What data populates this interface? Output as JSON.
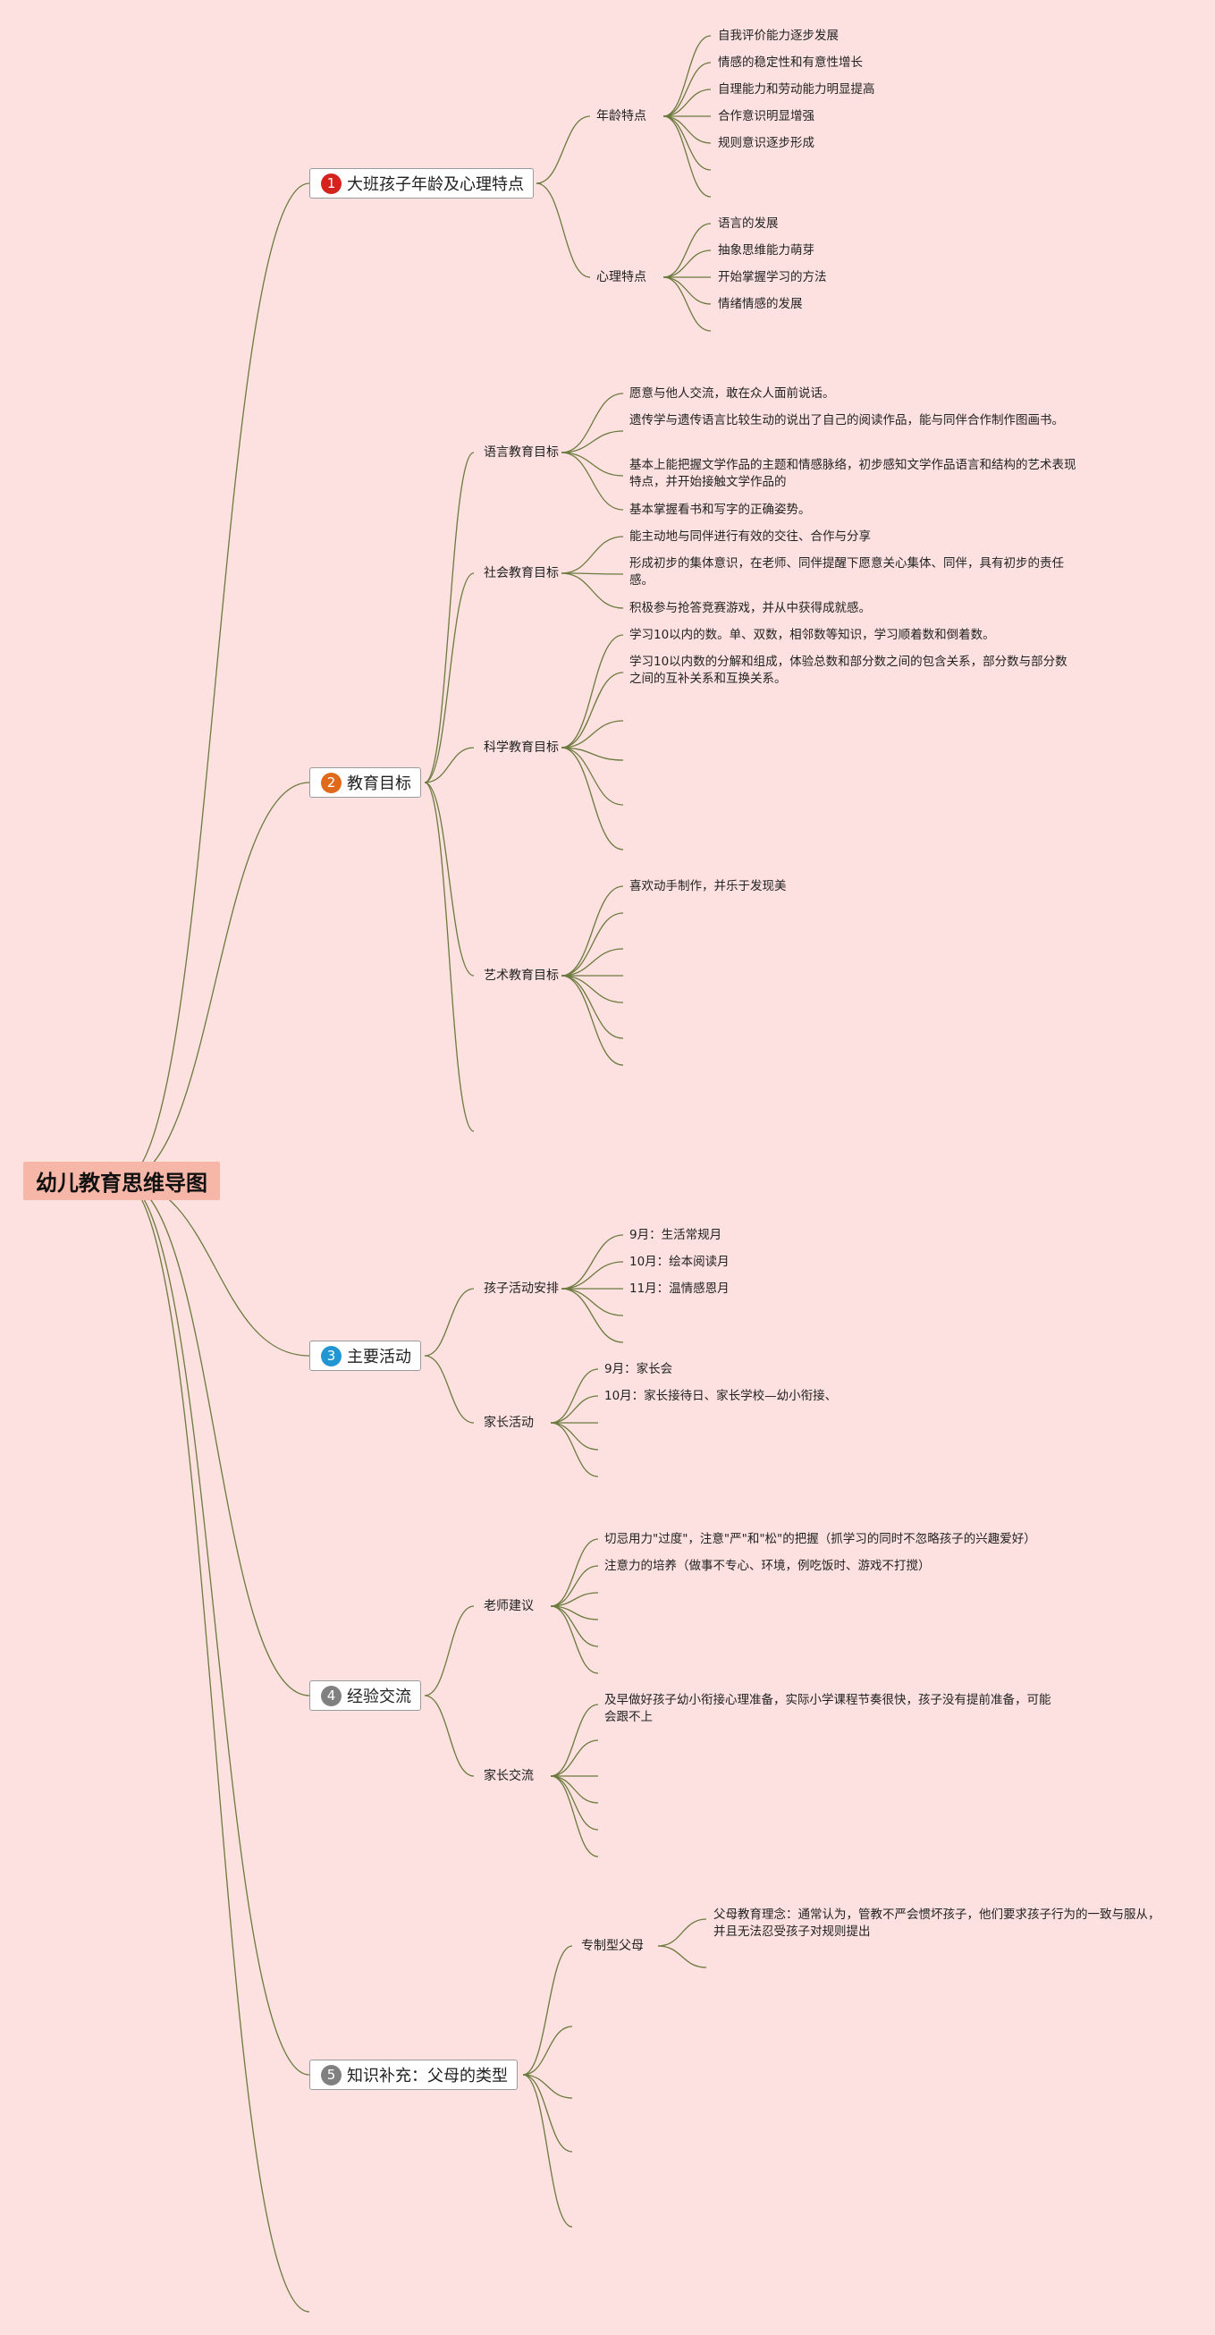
{
  "root": {
    "title": "幼儿教育思维导图"
  },
  "colors": {
    "background": "#fce1e0",
    "root_fill": "#f7b7a8",
    "line": "#6b7a3e"
  },
  "branches": [
    {
      "number": "1",
      "badge_color": "#d6221f",
      "label": "大班孩子年龄及心理特点",
      "children": [
        {
          "label": "年龄特点",
          "items": [
            "自我评价能力逐步发展",
            "情感的稳定性和有意性增长",
            "自理能力和劳动能力明显提高",
            "合作意识明显增强",
            "规则意识逐步形成"
          ]
        },
        {
          "label": "心理特点",
          "items": [
            "语言的发展",
            "抽象思维能力萌芽",
            "开始掌握学习的方法",
            "情绪情感的发展"
          ]
        }
      ]
    },
    {
      "number": "2",
      "badge_color": "#e06a1c",
      "label": "教育目标",
      "children": [
        {
          "label": "语言教育目标",
          "items": [
            "愿意与他人交流，敢在众人面前说话。",
            "遗传学与遗传语言比较生动的说出了自己的阅读作品，能与同伴合作制作图画书。",
            "基本上能把握文学作品的主题和情感脉络，初步感知文学作品语言和结构的艺术表现特点，并开始接触文学作品的",
            "基本掌握看书和写字的正确姿势。"
          ]
        },
        {
          "label": "社会教育目标",
          "items": [
            "能主动地与同伴进行有效的交往、合作与分享",
            "形成初步的集体意识，在老师、同伴提醒下愿意关心集体、同伴，具有初步的责任感。",
            "积极参与抢答竞赛游戏，并从中获得成就感。"
          ]
        },
        {
          "label": "科学教育目标",
          "items": [
            "学习10以内的数。单、双数，相邻数等知识，学习顺着数和倒着数。",
            "学习10以内数的分解和组成，体验总数和部分数之间的包含关系，部分数与部分数之间的互补关系和互换关系。"
          ]
        },
        {
          "label": "艺术教育目标",
          "items": [
            "喜欢动手制作，并乐于发现美"
          ]
        }
      ]
    },
    {
      "number": "3",
      "badge_color": "#2196d3",
      "label": "主要活动",
      "children": [
        {
          "label": "孩子活动安排",
          "items": [
            "9月：生活常规月",
            "10月：绘本阅读月",
            "11月：温情感恩月"
          ]
        },
        {
          "label": "家长活动",
          "items": [
            "9月：家长会",
            "10月：家长接待日、家长学校—幼小衔接、"
          ]
        }
      ]
    },
    {
      "number": "4",
      "badge_color": "#808080",
      "label": "经验交流",
      "children": [
        {
          "label": "老师建议",
          "items": [
            "切忌用力\"过度\"，注意\"严\"和\"松\"的把握（抓学习的同时不忽略孩子的兴趣爱好）",
            "注意力的培养（做事不专心、环境，例吃饭时、游戏不打搅）"
          ]
        },
        {
          "label": "家长交流",
          "items": [
            "及早做好孩子幼小衔接心理准备，实际小学课程节奏很快，孩子没有提前准备，可能会跟不上"
          ]
        }
      ]
    },
    {
      "number": "5",
      "badge_color": "#808080",
      "label": "知识补充：父母的类型",
      "children": [
        {
          "label": "专制型父母",
          "items": [
            "父母教育理念：通常认为，管教不严会惯坏孩子，他们要求孩子行为的一致与服从，并且无法忍受孩子对规则提出"
          ]
        }
      ]
    }
  ]
}
